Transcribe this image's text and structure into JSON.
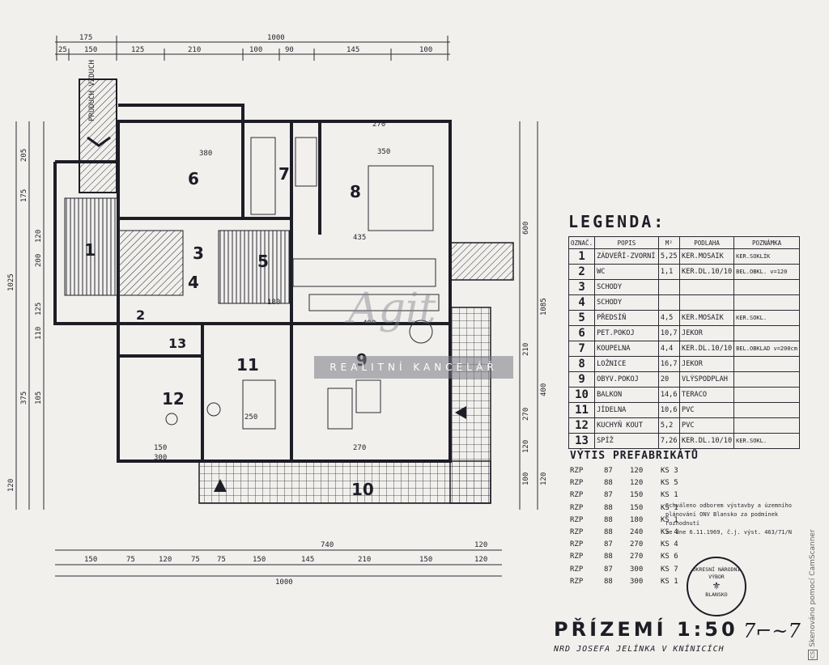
{
  "dimensions_top": {
    "row1": [
      "175",
      "1000"
    ],
    "row2": [
      "25",
      "150",
      "125",
      "210",
      "100",
      "90",
      "145",
      "100"
    ]
  },
  "dimensions_bottom": {
    "row1": [
      "740",
      "120"
    ],
    "row2": [
      "150",
      "75",
      "120",
      "75",
      "75",
      "150",
      "145",
      "210",
      "150",
      "120"
    ],
    "row3": [
      "1000"
    ]
  },
  "dimensions_left": [
    "1025",
    "375",
    "205",
    "175",
    "200",
    "120",
    "125",
    "110",
    "105",
    "120"
  ],
  "dimensions_right": [
    "600",
    "1085",
    "210",
    "270",
    "400",
    "120",
    "120",
    "100"
  ],
  "rooms": [
    {
      "no": "1"
    },
    {
      "no": "2"
    },
    {
      "no": "3"
    },
    {
      "no": "4"
    },
    {
      "no": "5"
    },
    {
      "no": "6"
    },
    {
      "no": "7"
    },
    {
      "no": "8"
    },
    {
      "no": "9"
    },
    {
      "no": "10"
    },
    {
      "no": "11"
    },
    {
      "no": "12"
    },
    {
      "no": "13"
    }
  ],
  "inner_dims": [
    "380",
    "350",
    "400",
    "435",
    "250",
    "300",
    "270",
    "150",
    "180",
    "270"
  ],
  "vertical_labels": {
    "chimney": "PRUDUCH VZDUCH"
  },
  "legend": {
    "title": "LEGENDA:",
    "headers": [
      "OZNAČ.",
      "POPIS",
      "M²",
      "PODLAHA",
      "POZNÁMKA"
    ],
    "rows": [
      {
        "no": "1",
        "name": "ZÁDVEŘÍ-ZVORNÍ",
        "area": "5,25",
        "floor": "KER.MOSAIK",
        "note": "KER.SOKLÍK"
      },
      {
        "no": "2",
        "name": "WC",
        "area": "1,1",
        "floor": "KER.DL.10/10",
        "note": "BEL.OBKL. v=120"
      },
      {
        "no": "3",
        "name": "SCHODY",
        "area": "",
        "floor": "",
        "note": ""
      },
      {
        "no": "4",
        "name": "SCHODY",
        "area": "",
        "floor": "",
        "note": ""
      },
      {
        "no": "5",
        "name": "PŘEDSÍŇ",
        "area": "4,5",
        "floor": "KER.MOSAIK",
        "note": "KER.SOKL."
      },
      {
        "no": "6",
        "name": "PET.POKOJ",
        "area": "10,7",
        "floor": "JEKOR",
        "note": ""
      },
      {
        "no": "7",
        "name": "KOUPELNA",
        "area": "4,4",
        "floor": "KER.DL.10/10",
        "note": "BEL.OBKLAD v=200cm"
      },
      {
        "no": "8",
        "name": "LOŽNICE",
        "area": "16,7",
        "floor": "JEKOR",
        "note": ""
      },
      {
        "no": "9",
        "name": "OBYV.POKOJ",
        "area": "20",
        "floor": "VLÝSPODPLAH",
        "note": ""
      },
      {
        "no": "10",
        "name": "BALKON",
        "area": "14,6",
        "floor": "TERACO",
        "note": ""
      },
      {
        "no": "11",
        "name": "JÍDELNA",
        "area": "10,6",
        "floor": "PVC",
        "note": ""
      },
      {
        "no": "12",
        "name": "KUCHYŇ KOUT",
        "area": "5,2",
        "floor": "PVC",
        "note": ""
      },
      {
        "no": "13",
        "name": "SPÍŽ",
        "area": "7,26",
        "floor": "KER.DL.10/10",
        "note": "KER.SOKL."
      }
    ]
  },
  "prefab": {
    "title": "VÝTIS PREFABRIKÁTŮ",
    "rows": [
      [
        "RZP",
        "87",
        "120",
        "KS 3"
      ],
      [
        "RZP",
        "88",
        "120",
        "KS 5"
      ],
      [
        "RZP",
        "87",
        "150",
        "KS 1"
      ],
      [
        "RZP",
        "88",
        "150",
        "KS 1"
      ],
      [
        "RZP",
        "88",
        "180",
        "KS 1"
      ],
      [
        "RZP",
        "88",
        "240",
        "KS 4"
      ],
      [
        "RZP",
        "87",
        "270",
        "KS 4"
      ],
      [
        "RZP",
        "88",
        "270",
        "KS 6"
      ],
      [
        "RZP",
        "87",
        "300",
        "KS 7"
      ],
      [
        "RZP",
        "88",
        "300",
        "KS 1"
      ]
    ]
  },
  "approval_text": [
    "Schváleno odborem výstavby a územního",
    "plánování ONV Blansko za podmínek rozhodnutí",
    "ze dne 6.11.1969, č.j. výst. 463/71/N"
  ],
  "stamp": {
    "top": "OKRESNÍ NÁRODNÍ VÝBOR",
    "bottom": "BLANSKO"
  },
  "title": "PŘÍZEMÍ 1:50",
  "signature": "7⌐~7",
  "subtitle": "NRD JOSEFA JELÍNKA V KNÍNICÍCH",
  "watermark": {
    "logo": "Agit",
    "text": "REALITNÍ KANCELÁŘ"
  },
  "scanner_badge": "CS",
  "scanner_text": "Skenováno pomocí CamScanner"
}
